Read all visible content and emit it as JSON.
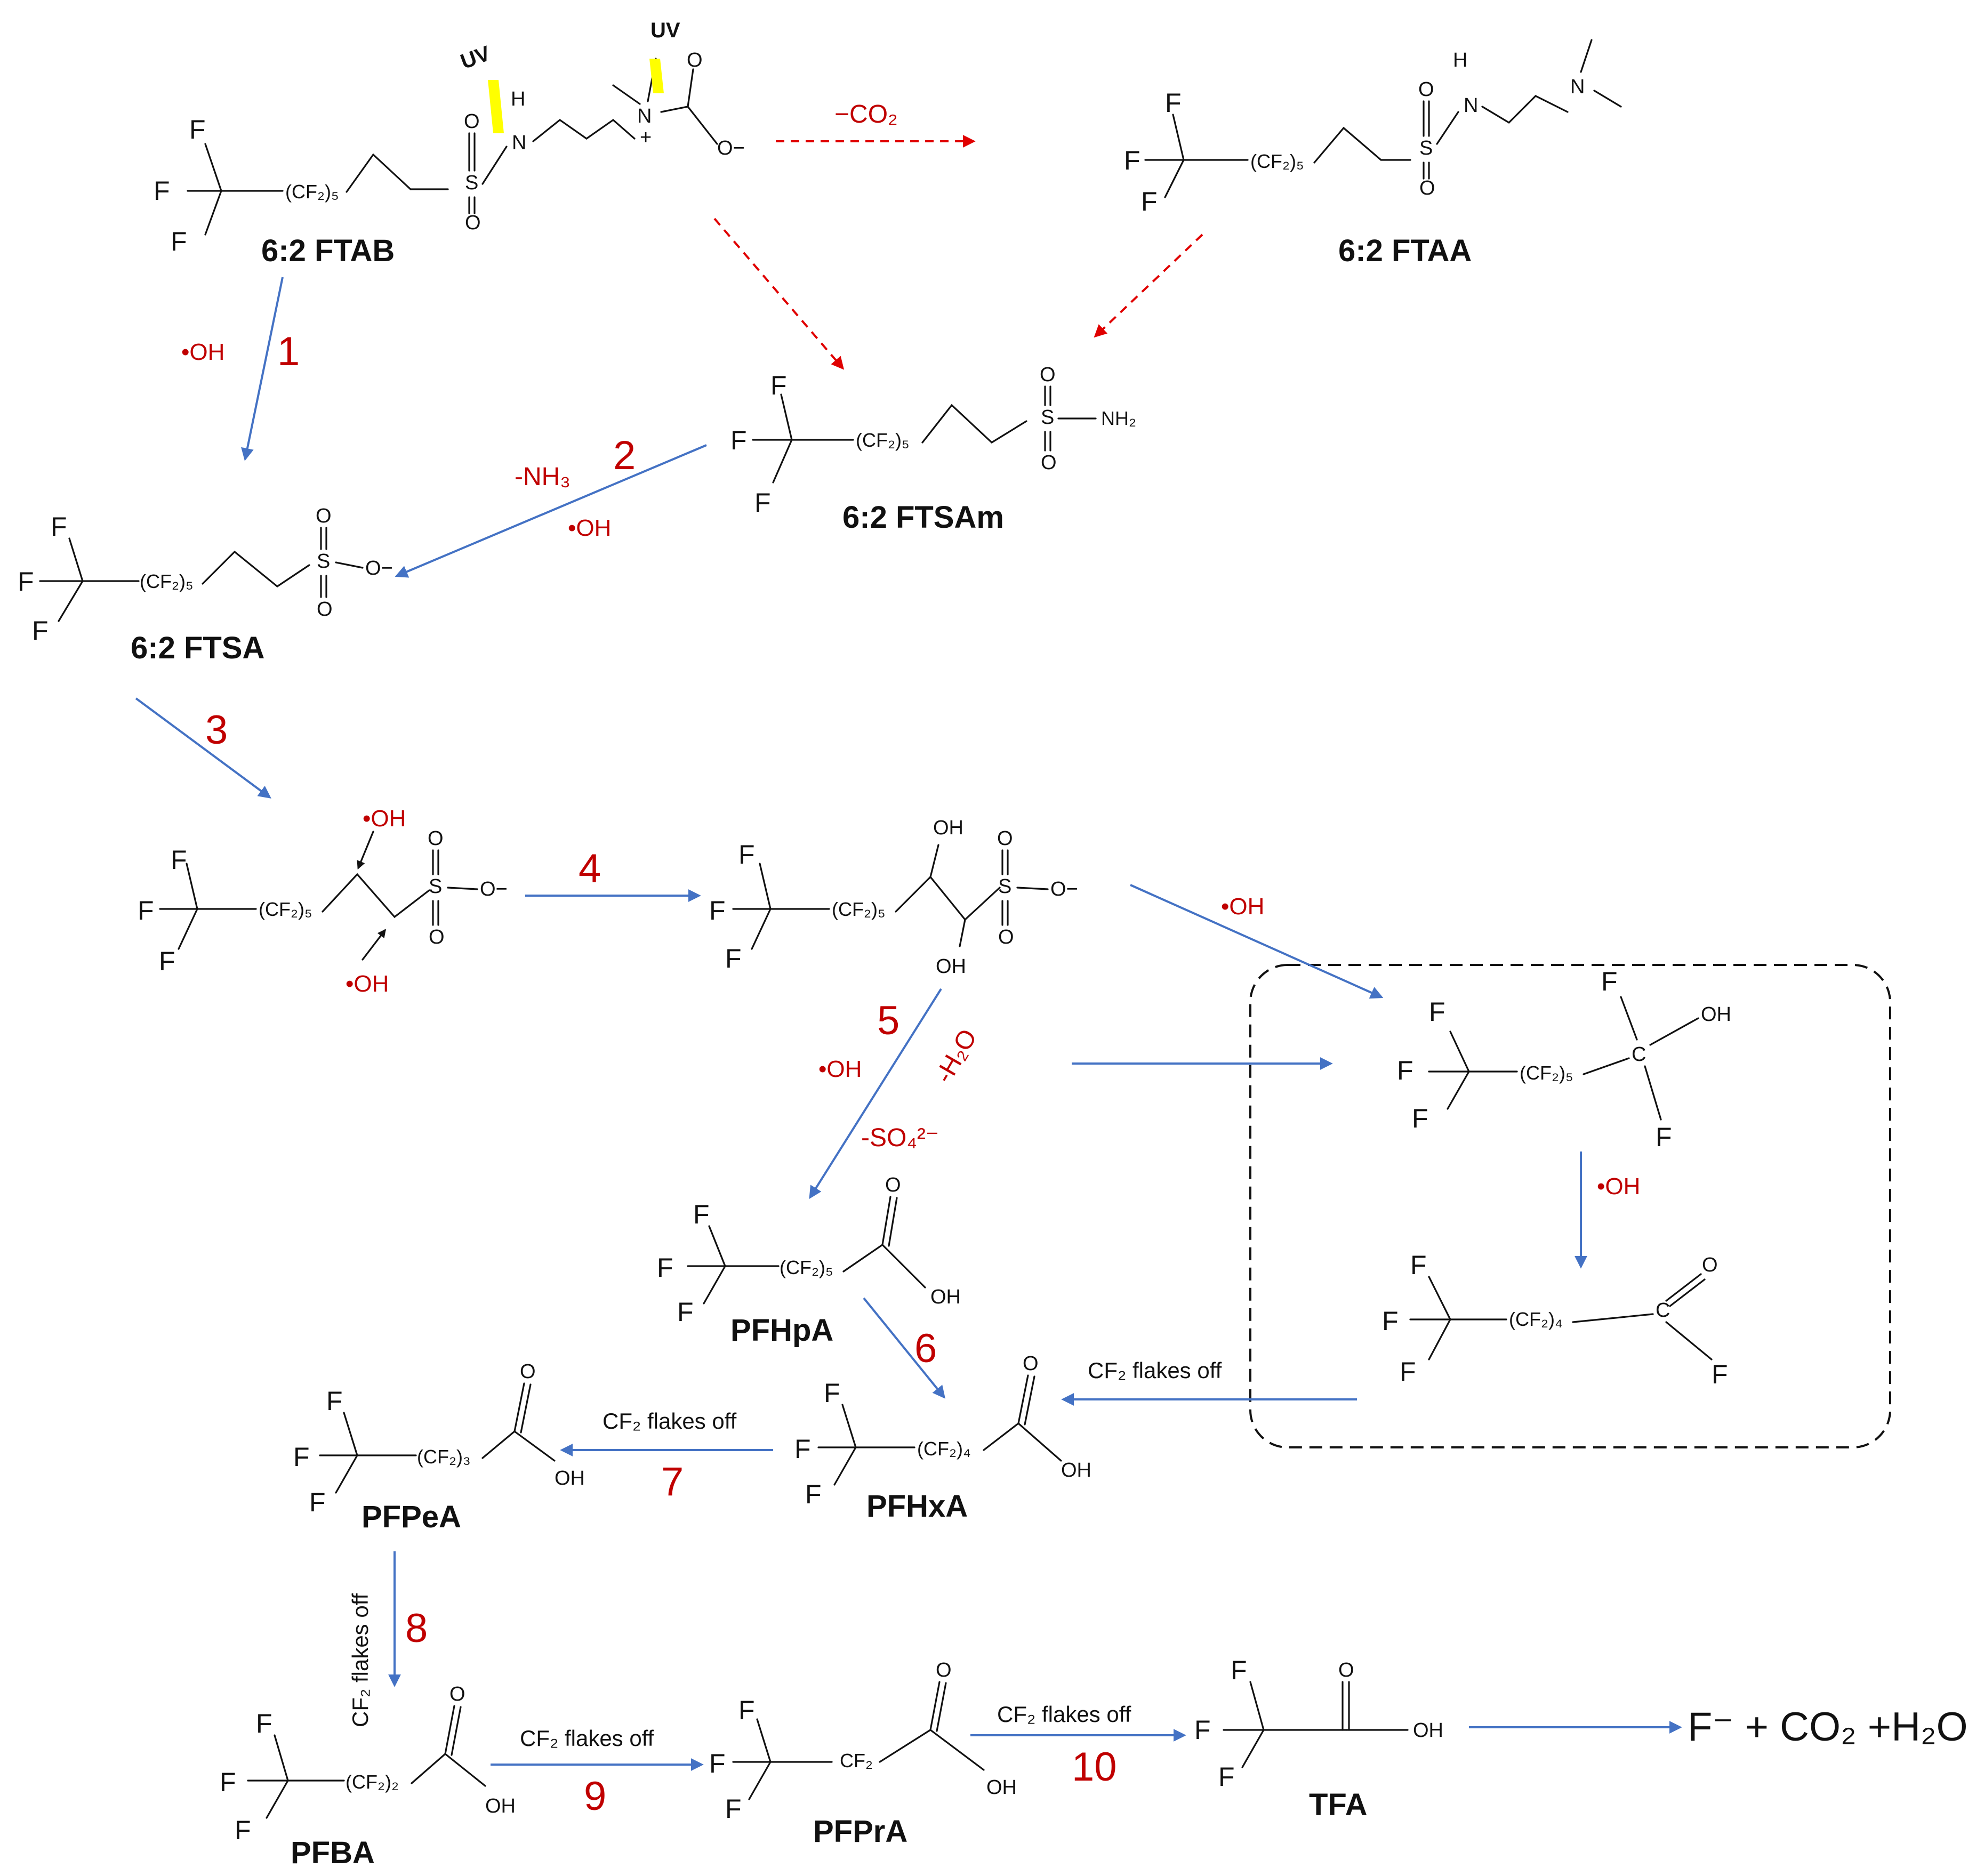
{
  "compounds": {
    "ftab": "6:2 FTAB",
    "ftaa": "6:2 FTAA",
    "ftsam": "6:2 FTSAm",
    "ftsa": "6:2 FTSA",
    "pfhpa": "PFHpA",
    "pfhxa": "PFHxA",
    "pfpea": "PFPeA",
    "pfba": "PFBA",
    "pfpra": "PFPrA",
    "tfa": "TFA"
  },
  "steps": [
    "1",
    "2",
    "3",
    "4",
    "5",
    "6",
    "7",
    "8",
    "9",
    "10"
  ],
  "reagents": {
    "radical": "•OH",
    "uv": "UV",
    "decarboxylation": "−CO₂",
    "deamination": "-NH₃",
    "dehydration": "-H₂O",
    "desulfonation": "-SO₄²⁻",
    "cf2_loss": "CF₂ flakes off"
  },
  "groups": {
    "cf2_5": "(CF₂)₅",
    "cf2_4": "(CF₂)₄",
    "cf2_3": "(CF₂)₃",
    "cf2_2": "(CF₂)₂",
    "cf2": "CF₂",
    "nh2": "NH₂"
  },
  "atoms": {
    "F": "F",
    "O": "O",
    "S": "S",
    "N": "N",
    "H": "H",
    "C": "C",
    "OH": "OH",
    "O_minus": "O−",
    "plus": "+"
  },
  "final_products": "F⁻ + CO₂ +H₂O",
  "colors": {
    "pathway_arrow": "#4472c4",
    "minor_pathway_arrow": "#e00000",
    "annotation": "#c00000",
    "uv_bolt": "#ffff00"
  }
}
